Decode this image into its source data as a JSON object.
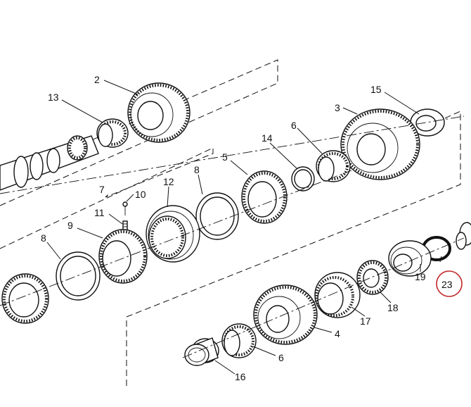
{
  "callouts": [
    {
      "id": "2",
      "text": "2"
    },
    {
      "id": "3",
      "text": "3"
    },
    {
      "id": "4",
      "text": "4"
    },
    {
      "id": "5",
      "text": "5"
    },
    {
      "id": "6a",
      "text": "6"
    },
    {
      "id": "6b",
      "text": "6"
    },
    {
      "id": "7",
      "text": "7"
    },
    {
      "id": "8a",
      "text": "8"
    },
    {
      "id": "8b",
      "text": "8"
    },
    {
      "id": "9",
      "text": "9"
    },
    {
      "id": "10",
      "text": "10"
    },
    {
      "id": "11",
      "text": "11"
    },
    {
      "id": "12",
      "text": "12"
    },
    {
      "id": "13",
      "text": "13"
    },
    {
      "id": "14",
      "text": "14"
    },
    {
      "id": "15",
      "text": "15"
    },
    {
      "id": "16",
      "text": "16"
    },
    {
      "id": "17",
      "text": "17"
    },
    {
      "id": "18",
      "text": "18"
    },
    {
      "id": "19",
      "text": "19"
    }
  ],
  "highlighted_callout": {
    "text": "23",
    "color": "#c0262b"
  },
  "colors": {
    "line": "#111111",
    "highlight": "#c0262b",
    "background": "#ffffff"
  }
}
